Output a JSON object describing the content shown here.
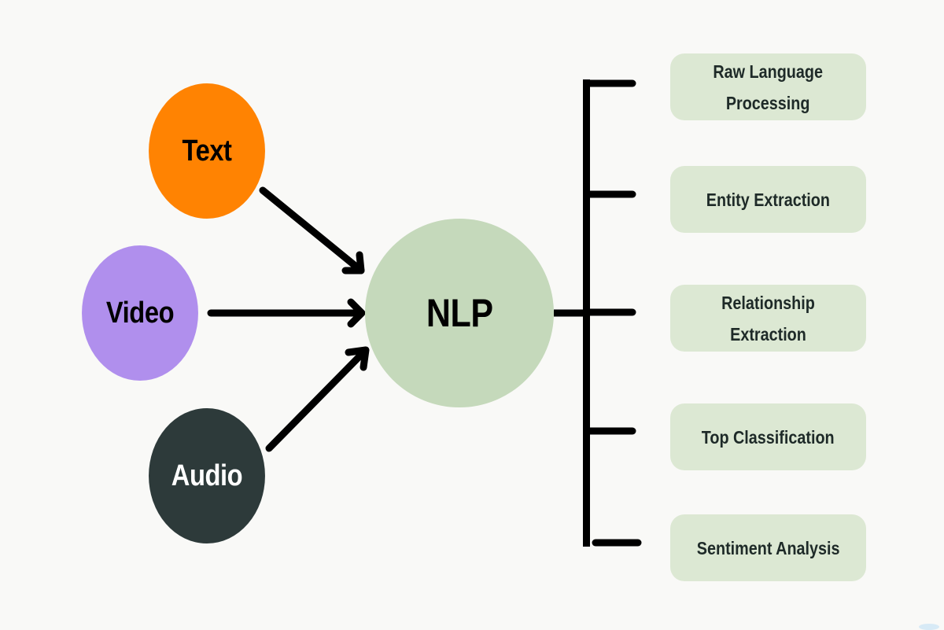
{
  "colors": {
    "background": "#f9f9f7",
    "text_node": "#ff8302",
    "video_node": "#b08fed",
    "audio_node": "#2d3a3a",
    "nlp_node": "#c5d9bb",
    "output_box": "#dce8d3",
    "output_text": "#1e2a28",
    "connector": "#000000",
    "dark_label": "#000000",
    "light_label": "#ffffff",
    "corner_dot": "#bfe0f5"
  },
  "inputs": [
    {
      "id": "text",
      "label": "Text"
    },
    {
      "id": "video",
      "label": "Video"
    },
    {
      "id": "audio",
      "label": "Audio"
    }
  ],
  "center": {
    "label": "NLP"
  },
  "outputs": [
    {
      "label": "Raw Language\nProcessing"
    },
    {
      "label": "Entity Extraction"
    },
    {
      "label": "Relationship Extraction"
    },
    {
      "label": "Top Classification"
    },
    {
      "label": "Sentiment Analysis"
    }
  ]
}
